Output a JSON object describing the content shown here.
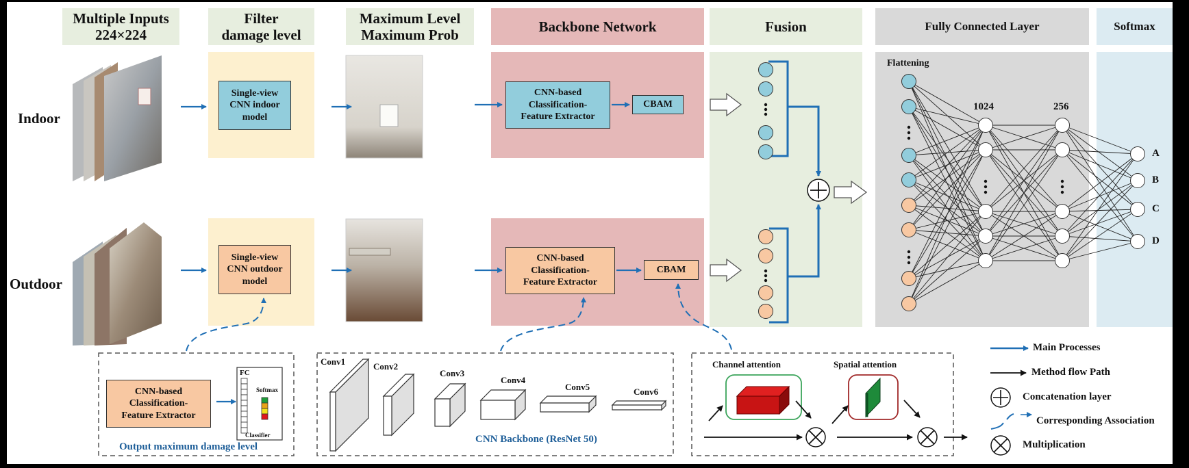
{
  "headers": {
    "inputs": "Multiple Inputs\n224×224",
    "inputs_line1": "Multiple Inputs",
    "inputs_line2": "224×224",
    "filter_line1": "Filter",
    "filter_line2": "damage level",
    "maxlevel_line1": "Maximum Level",
    "maxlevel_line2": "Maximum Prob",
    "backbone": "Backbone Network",
    "fusion": "Fusion",
    "fc": "Fully Connected Layer",
    "softmax": "Softmax"
  },
  "rows": {
    "indoor": {
      "label": "Indoor",
      "model_line1": "Single-view",
      "model_line2": "CNN indoor",
      "model_line3": "model",
      "extractor_line1": "CNN-based",
      "extractor_line2": "Classification-",
      "extractor_line3": "Feature Extractor",
      "cbam": "CBAM"
    },
    "outdoor": {
      "label": "Outdoor",
      "model_line1": "Single-view",
      "model_line2": "CNN outdoor",
      "model_line3": "model",
      "extractor_line1": "CNN-based",
      "extractor_line2": "Classification-",
      "extractor_line3": "Feature Extractor",
      "cbam": "CBAM"
    }
  },
  "fc": {
    "flatten_label": "Flattening",
    "layer1_label": "1024",
    "layer2_label": "256",
    "outputs": [
      "A",
      "B",
      "C",
      "D"
    ]
  },
  "detail_classifier": {
    "extractor_line1": "CNN-based",
    "extractor_line2": "Classification-",
    "extractor_line3": "Feature Extractor",
    "fc_label": "FC",
    "softmax_label": "Softmax",
    "classifier_label": "Classifier",
    "caption": "Output maximum damage level",
    "softmax_colors": [
      "#1e9e3a",
      "#e8a317",
      "#f2e01a",
      "#e0161b"
    ]
  },
  "detail_backbone": {
    "layers": [
      "Conv1",
      "Conv2",
      "Conv3",
      "Conv4",
      "Conv5",
      "Conv6"
    ],
    "caption": "CNN Backbone (ResNet 50)"
  },
  "detail_cbam": {
    "channel_label": "Channel attention",
    "spatial_label": "Spatial attention"
  },
  "legend": [
    {
      "icon": "blue-arrow-icon",
      "label": "Main Processes"
    },
    {
      "icon": "black-arrow-icon",
      "label": "Method flow Path"
    },
    {
      "icon": "circled-plus-icon",
      "label": "Concatenation layer"
    },
    {
      "icon": "dashed-arrow-icon",
      "label": "Corresponding Association"
    },
    {
      "icon": "circled-times-icon",
      "label": "Multiplication"
    }
  ],
  "colors": {
    "main_arrow": "#1f6fb5",
    "indoor_node": "#92cddc",
    "outdoor_node": "#f8c8a2"
  }
}
